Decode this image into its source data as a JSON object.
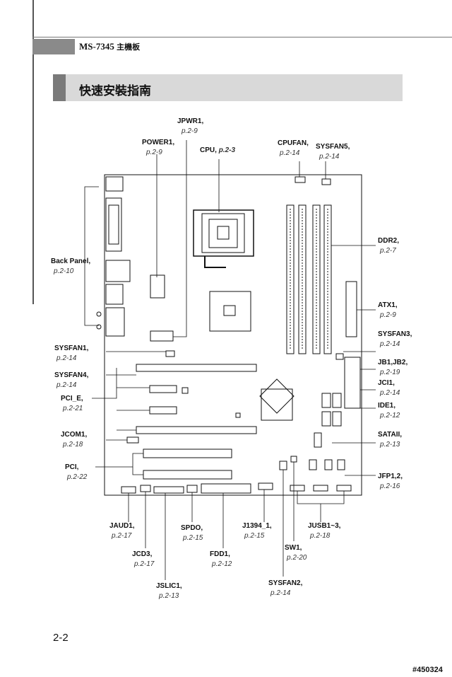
{
  "header": {
    "model": "MS-7345",
    "subtitle": "主機板"
  },
  "section": {
    "title": "快速安裝指南"
  },
  "labels": {
    "jpwr1": "JPWR1,",
    "jpwr1_ref": "p.2-9",
    "power1": "POWER1,",
    "power1_ref": "p.2-9",
    "cpu": "CPU,",
    "cpu_ref": "p.2-3",
    "cpufan": "CPUFAN,",
    "cpufan_ref": "p.2-14",
    "sysfan5": "SYSFAN5,",
    "sysfan5_ref": "p.2-14",
    "ddr2": "DDR2,",
    "ddr2_ref": "p.2-7",
    "atx1": "ATX1,",
    "atx1_ref": "p.2-9",
    "sysfan3": "SYSFAN3,",
    "sysfan3_ref": "p.2-14",
    "jb1jb2": "JB1,JB2,",
    "jb1jb2_ref": "p.2-19",
    "jci1": "JCI1,",
    "jci1_ref": "p.2-14",
    "ide1": "IDE1,",
    "ide1_ref": "p.2-12",
    "sataii": "SATAII,",
    "sataii_ref": "p.2-13",
    "jfp": "JFP1,2,",
    "jfp_ref": "p.2-16",
    "backpanel": "Back Panel,",
    "backpanel_ref": "p.2-10",
    "sysfan1": "SYSFAN1,",
    "sysfan1_ref": "p.2-14",
    "sysfan4": "SYSFAN4,",
    "sysfan4_ref": "p.2-14",
    "pcie": "PCI_E,",
    "pcie_ref": "p.2-21",
    "jcom1": "JCOM1,",
    "jcom1_ref": "p.2-18",
    "pci": "PCI,",
    "pci_ref": "p.2-22",
    "jaud1": "JAUD1,",
    "jaud1_ref": "p.2-17",
    "spdo": "SPDO,",
    "spdo_ref": "p.2-15",
    "j1394": "J1394_1,",
    "j1394_ref": "p.2-15",
    "jusb": "JUSB1~3,",
    "jusb_ref": "p.2-18",
    "jcd3": "JCD3,",
    "jcd3_ref": "p.2-17",
    "fdd1": "FDD1,",
    "fdd1_ref": "p.2-12",
    "sw1": "SW1,",
    "sw1_ref": "p.2-20",
    "sysfan2": "SYSFAN2,",
    "sysfan2_ref": "p.2-14",
    "jslic1": "JSLIC1,",
    "jslic1_ref": "p.2-13"
  },
  "footer": {
    "page_number": "2-2",
    "doc_id": "#450324"
  }
}
